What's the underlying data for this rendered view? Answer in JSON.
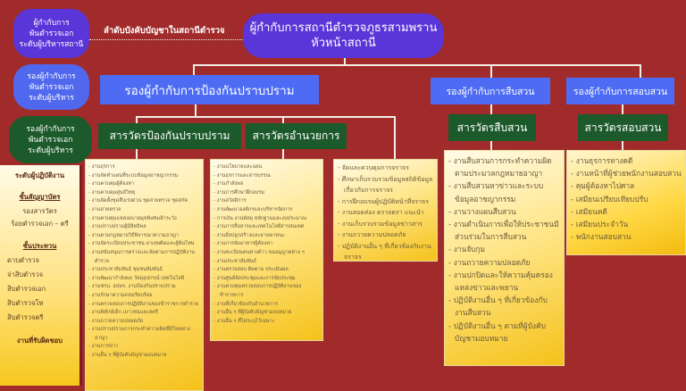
{
  "legend": {
    "station_exec": [
      "ผู้กำกับการ",
      "พันตำรวจเอก",
      "ระดับผู้บริหารสถานี"
    ],
    "deputy_exec": [
      "รองผู้กำกับการ",
      "พันตำรวจเอก",
      "ระดับผู้บริหาร"
    ],
    "inspector_exec": [
      "รองผู้กำกับการ",
      "พันตำรวจเอก",
      "ระดับผู้บริหาร"
    ],
    "chain_label": "ลำดับบังคับบัญชาในสถานีตำรวจ",
    "operator_level": "ระดับผู้ปฏิบัติงาน",
    "commissioned_heading": "ชั้นสัญญาบัตร",
    "commissioned": [
      "รองสารวัตร",
      "ร้อยตำรวจเอก – ตรี"
    ],
    "noncom_heading": "ชั้นประทวน",
    "noncom": [
      "ดาบตำรวจ",
      "จ่าสิบตำรวจ",
      "สิบตำรวจเอก",
      "สิบตำรวจโท",
      "สิบตำรวจตรี"
    ],
    "duties_heading": "งานที่รับผิดชอบ"
  },
  "head": [
    "ผู้กำกับการสถานีตำรวจภูธรสามพราน",
    "หัวหน้าสถานี"
  ],
  "deputies": {
    "prevention": "รองผู้กำกับการป้องกันปราบปราม",
    "investigation": "รองผู้กำกับการสืบสวน",
    "inquiry": "รองผู้กำกับการสอบสวน"
  },
  "inspectors": {
    "prevention": "สารวัตรป้องกันปราบปราม",
    "admin": "สารวัตรอำนวยการ",
    "investigation": "สารวัตรสืบสวน",
    "inquiry": "สารวัตรสอบสวน"
  },
  "duties": {
    "prevention": [
      "งานธุรการ",
      "งานจัดทำแผนที่ระบบข้อมูลอาชญากรรม",
      "งานควบคุมผู้ต้องหา",
      "งานควบคุมศูนย์วิทยุ",
      "งานจัดตั้งชุดสืบเร่งด่วน ชุดสายตรวจ ชุดสกัด",
      "งานสายตรวจ",
      "งานควบคุมแหล่งอบายมุขพิเศษเฝ้าระวัง",
      "งานปราบปรามผู้มีอิทธิพล",
      "งานตามกฎหมายวิธีพิจารณาความอาญา",
      "งานจัดระเบียบประชาชน ยาเสพติดและผู้พ้นโทษ",
      "งานสนับสนุนการตรวจและจัดตามการปฏิบัติงานตำรวจ",
      "งานประชาสัมพันธ์ ชุมชนสัมพันธ์",
      "งานพัฒนากำลังพล วัสดุอุปกรณ์ เทคโนโลยี",
      "งานชรบ. อปพร. งานป้องกันปราบปราม",
      "งานรักษาความสงบเรียบร้อย",
      "งานตรวจสอบการปฏิบัติงานของข้าราชการตำรวจ",
      "งานพิทักษ์เด็ก เยาวชนและสตรี",
      "งานถวายความปลอดภัย",
      "งานปราบปรามการกระทำความผิดที่มีโทษทางอาญา",
      "งานการข่าว",
      "งานอื่น ๆ ที่ผู้บังคับบัญชามอบหมาย"
    ],
    "admin": [
      "งานนโยบายและแผน",
      "งานธุรการและสารบรรณ",
      "งานกำลังพล",
      "งานการศึกษาฝึกอบรม",
      "งานสวัสดิการ",
      "งานพัฒนาองค์กรและบริหารจัดการ",
      "การเงิน งานพัสดุ หลักฐานและงบประมาณ",
      "งานการสื่อสารและเทคโนโลยีสารสนเทศ",
      "งานสิ่งปลูกสร้างและยานพาหนะ",
      "งานการจัดอาหารผู้ต้องหา",
      "งานทะเบียนคนต่างด้าว ขออนุญาตต่าง ๆ",
      "งานประชาสัมพันธ์",
      "งานตรวจสอบ ติดตาม ประเมินผล",
      "งานศูนย์จัดประชุมและการจัดประชุม",
      "งานควบคุมตรวจสอบการปฏิบัติงานของข้าราชการ",
      "งานที่เกี่ยวข้องกับอำนวยการ",
      "งานอื่น ๆ ที่ผู้บังคับบัญชามอบหมาย",
      "งานอื่น ๆ ที่ไม่ระบุไว้เฉพาะ"
    ],
    "traffic": [
      "จัดและควบคุมการจราจร",
      "ศึกษาเก็บรวบรวมข้อมูลสถิติข้อมูลเกี่ยวกับการจราจร",
      "การฝึกอบรมผู้ปฏิบัติหน้าที่จราจร",
      "งานสอดส่อง ตรวจตรา แนะนำ",
      "งานเก็บรวบรวมข้อมูลข่าวสาร",
      "งานถวายความปลอดภัย",
      "ปฏิบัติงานอื่น ๆ ที่เกี่ยวข้องกับงานจราจร"
    ],
    "investigation": [
      "งานสืบสวนการกระทำความผิดตามประมวลกฎหมายอาญา",
      "งานสืบสวนหาข่าวและระบบข้อมูลอาชญากรรม",
      "งานวางแผนสืบสวน",
      "งานดำเนินการเพื่อให้ประชาชนมีส่วนร่วมในการสืบสวน",
      "งานจับกุม",
      "งานถวายความปลอดภัย",
      "งานปกปิดและให้ความคุ้มครองแหล่งข่าวและพยาน",
      "ปฏิบัติงานอื่น ๆ ที่เกี่ยวข้องกับงานสืบสวน",
      "ปฏิบัติงานอื่น ๆ ตามที่ผู้บังคับบัญชามอบหมาย"
    ],
    "inquiry": [
      "งานธุรการทางคดี",
      "งานหน้าที่ผู้ช่วยพนักงานสอบสวน",
      "คุมผู้ต้องหาไปศาล",
      "เสมียนเปรียบเทียบปรับ",
      "เสมียนคดี",
      "เสมียนประจำวัน",
      "พนักงานสอบสวน"
    ]
  }
}
